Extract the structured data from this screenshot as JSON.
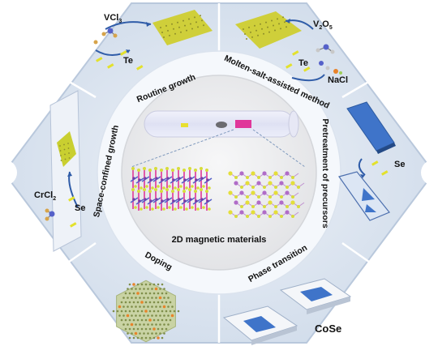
{
  "center": {
    "title": "2D magnetic materials"
  },
  "ring_methods": [
    "Routine growth",
    "Molten-salt-assisted method",
    "Pretreatment of precursors",
    "Phase transition",
    "Doping",
    "Space-confined growth"
  ],
  "segments": {
    "top_left": {
      "precursor": "VCl",
      "precursor_sub": "3",
      "reagent": "Te"
    },
    "top_right": {
      "precursor": "V",
      "precursor_sub1": "2",
      "precursor_mid": "O",
      "precursor_sub2": "5",
      "reagent": "Te",
      "salt": "NaCl"
    },
    "right": {
      "reagent": "Se"
    },
    "bottom_right": {
      "product": "CoSe"
    },
    "left": {
      "precursor": "CrCl",
      "precursor_sub": "2",
      "reagent": "Se"
    }
  },
  "colors": {
    "hex_bg": "#dde6f1",
    "hex_edge": "#c4d2e4",
    "ring": "#f4f7fb",
    "center": "#ededee",
    "lattice_yellow": "#d7dc3a",
    "lattice_blue": "#5561c9",
    "lattice_pink": "#e15aa8",
    "substrate_blue": "#3f74c9",
    "orange_atom": "#e8832a"
  }
}
